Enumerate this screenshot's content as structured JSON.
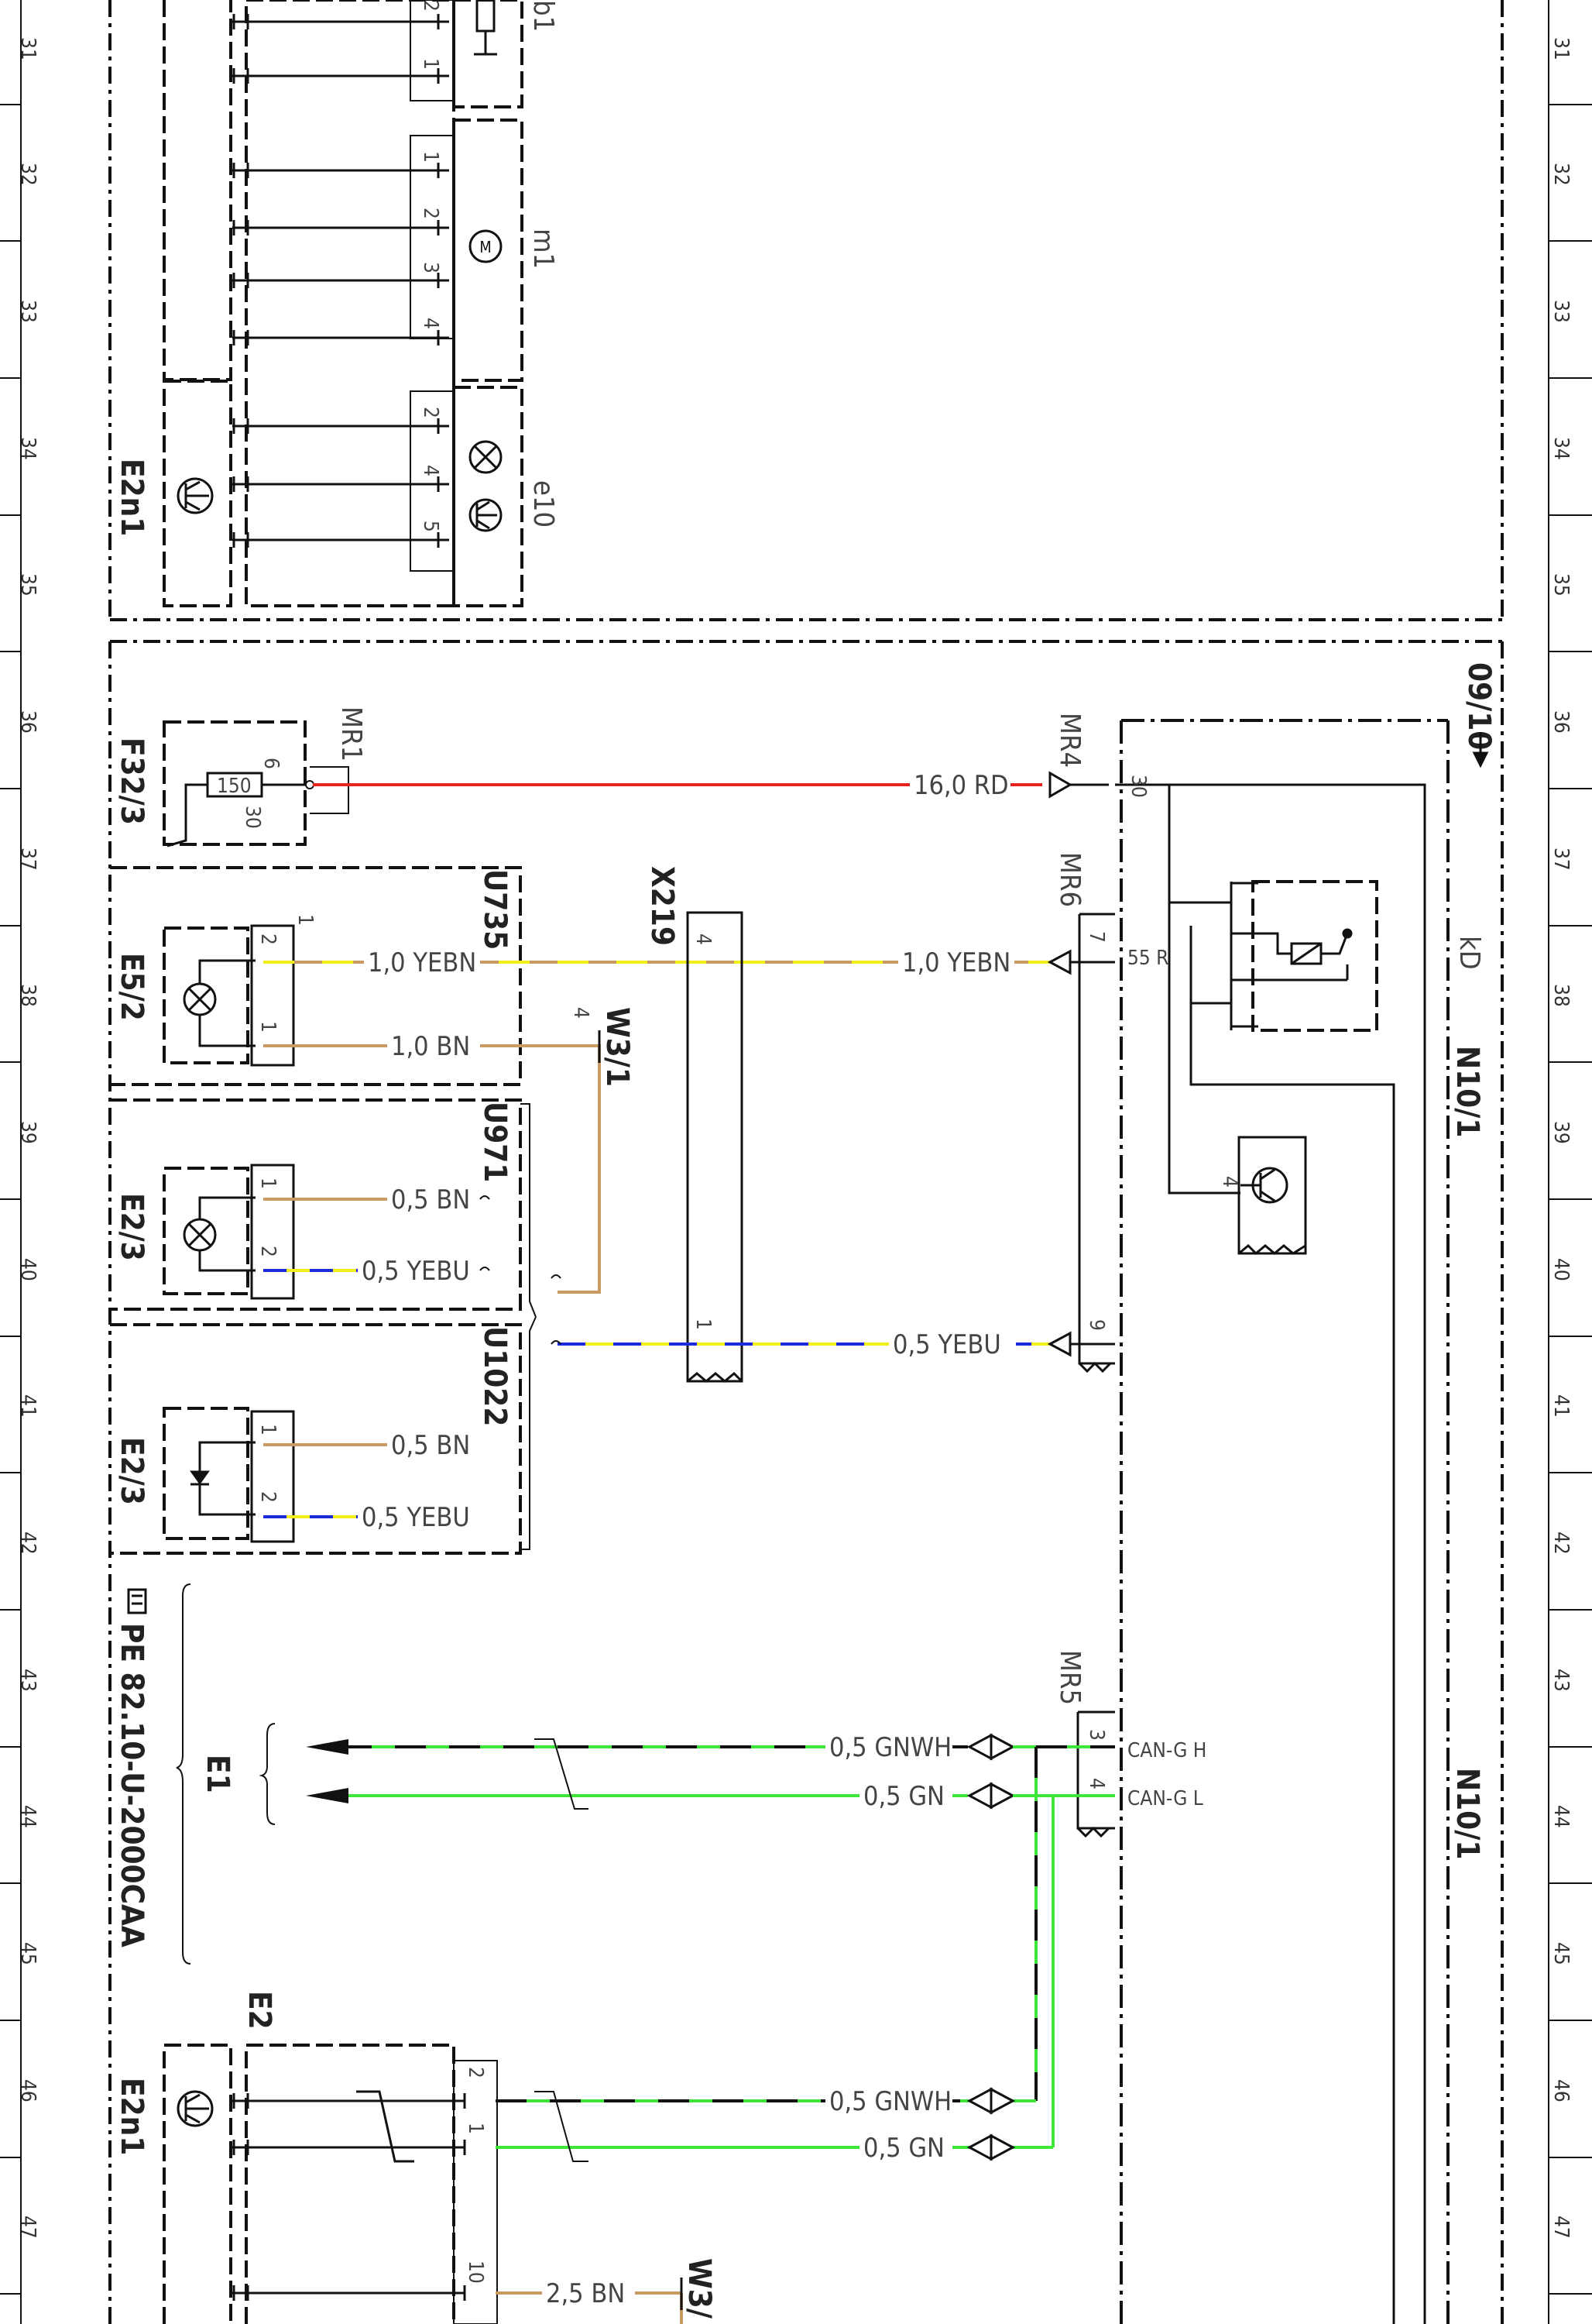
{
  "diagram": {
    "ruler_numbers": [
      "31",
      "32",
      "33",
      "34",
      "35",
      "36",
      "37",
      "38",
      "39",
      "40",
      "41",
      "42",
      "43",
      "44",
      "45",
      "46",
      "47"
    ],
    "components": {
      "b1": "b1",
      "m1": "m1",
      "e10": "e10",
      "E2n1_top": "E2n1",
      "E2n1_bottom": "E2n1",
      "F32_3": "F32/3",
      "MR1": "MR1",
      "fuse_value": "150",
      "E5_2": "E5/2",
      "U735": "U735",
      "X219": "X219",
      "W3_1": "W3/1",
      "W3_bottom": "W3/",
      "E2_3_a": "E2/3",
      "U971": "U971",
      "E2_3_b": "E2/3",
      "U1022": "U1022",
      "ref_doc": "PE 82.10-U-2000CAA",
      "E1": "E1",
      "E2": "E2",
      "MR4": "MR4",
      "MR6": "MR6",
      "MR5": "MR5",
      "kD": "kD",
      "N10_1_a": "N10/1",
      "N10_1_b": "N10/1",
      "sheet_ref": "09/10"
    },
    "terminals": {
      "t30": "30",
      "t55R": "55 R",
      "canh": "CAN-G H",
      "canl": "CAN-G L",
      "fuse_6": "6",
      "fuse_30": "30"
    },
    "pins": {
      "b1_2": "2",
      "b1_1": "1",
      "m1_1": "1",
      "m1_2": "2",
      "m1_3": "3",
      "m1_4": "4",
      "e10_2": "2",
      "e10_4": "4",
      "e10_5": "5",
      "e52_2": "2",
      "e52_1": "1",
      "e52_conn": "1",
      "x219_4": "4",
      "x219_1": "1",
      "w31_4": "4",
      "mr6_7": "7",
      "mr6_9": "9",
      "e23a_1": "1",
      "e23a_2": "2",
      "e23b_1": "1",
      "e23b_2": "2",
      "mr5_3": "3",
      "mr5_4": "4",
      "tr_4": "4",
      "e2_2": "2",
      "e2_1": "1",
      "e2_10": "10"
    },
    "wires": {
      "w_160rd": "16,0 RD",
      "w_10yebn_l": "1,0 YEBN",
      "w_10yebn_r": "1,0 YEBN",
      "w_10bn": "1,0 BN",
      "w_05bn_a": "0,5 BN",
      "w_05yebu_a": "0,5 YEBU",
      "w_05yebu_mid": "0,5 YEBU",
      "w_05bn_b": "0,5 BN",
      "w_05yebu_b": "0,5 YEBU",
      "w_05gnwh_1": "0,5 GNWH",
      "w_05gn_1": "0,5 GN",
      "w_05gnwh_2": "0,5 GNWH",
      "w_05gn_2": "0,5 GN",
      "w_25bn": "2,5 BN"
    },
    "colors": {
      "RD": "#e8231a",
      "YE": "#f2ee1c",
      "BN": "#c79b63",
      "BU": "#1c2bd8",
      "GN": "#3ee63a",
      "WH": "#ffffff",
      "line": "#111111"
    }
  }
}
